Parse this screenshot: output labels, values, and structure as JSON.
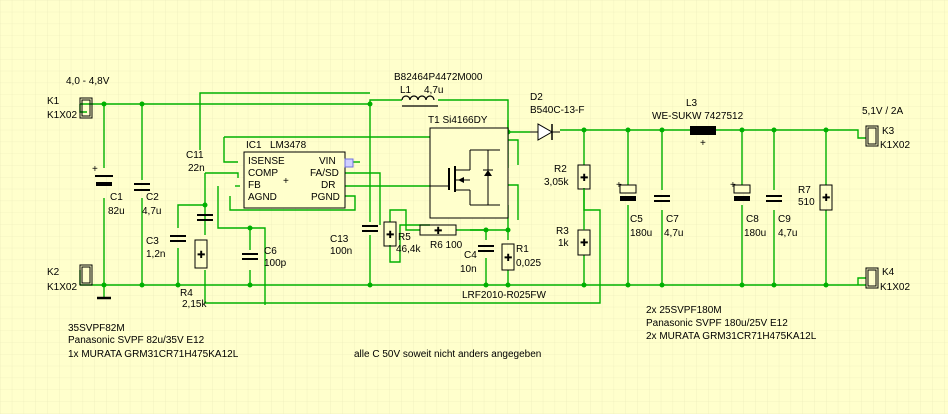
{
  "colors": {
    "background": "#FFFFCC",
    "grid": "#E8E8B8",
    "wire": "#00B000",
    "component": "#000000",
    "pin_number": "#C00000",
    "no_connect": "#7070E0"
  },
  "labels": {
    "input_voltage": "4,0 - 4,8V",
    "output_voltage": "5,1V / 2A",
    "k1_name": "K1",
    "k1_type": "K1X02",
    "k2_name": "K2",
    "k2_type": "K1X02",
    "k3_name": "K3",
    "k3_type": "K1X02",
    "k4_name": "K4",
    "k4_type": "K1X02",
    "l1_part": "B82464P4472M000",
    "l1_name": "L1",
    "l1_value": "4,7u",
    "d2_name": "D2",
    "d2_part": "B540C-13-F",
    "l3_name": "L3",
    "l3_part": "WE-SUKW 7427512",
    "t1_label": "T1 Si4166DY",
    "ic1_name": "IC1",
    "ic1_part": "LM3478",
    "ic1_pin_isense": "ISENSE",
    "ic1_pin_comp": "COMP",
    "ic1_pin_fb": "FB",
    "ic1_pin_agnd": "AGND",
    "ic1_pin_vin": "VIN",
    "ic1_pin_fasd": "FA/SD",
    "ic1_pin_dr": "DR",
    "ic1_pin_pgnd": "PGND",
    "c1_name": "C1",
    "c1_value": "82u",
    "c2_name": "C2",
    "c2_value": "4,7u",
    "c11_name": "C11",
    "c11_value": "22n",
    "c3_name": "C3",
    "c3_value": "1,2n",
    "r4_name": "R4",
    "r4_value": "2,15k",
    "c6_name": "C6",
    "c6_value": "100p",
    "c13_name": "C13",
    "c13_value": "100n",
    "r5_name": "R5",
    "r5_value": "46,4k",
    "r6_label": "R6 100",
    "c4_name": "C4",
    "c4_value": "10n",
    "r1_name": "R1",
    "r1_value": "0,025",
    "r1_part": "LRF2010-R025FW",
    "r2_name": "R2",
    "r2_value": "3,05k",
    "r3_name": "R3",
    "r3_value": "1k",
    "c5_name": "C5",
    "c5_value": "180u",
    "c7_name": "C7",
    "c7_value": "4,7u",
    "c8_name": "C8",
    "c8_value": "180u",
    "c9_name": "C9",
    "c9_value": "4,7u",
    "r7_name": "R7",
    "r7_value": "510",
    "note_in_1": "35SVPF82M",
    "note_in_2": "Panasonic SVPF 82u/35V E12",
    "note_in_3": "1x MURATA GRM31CR71H475KA12L",
    "note_out_1": "2x 25SVPF180M",
    "note_out_2": "Panasonic SVPF 180u/25V E12",
    "note_out_3": "2x MURATA GRM31CR71H475KA12L",
    "note_general": "alle C 50V soweit nicht anders angegeben"
  }
}
